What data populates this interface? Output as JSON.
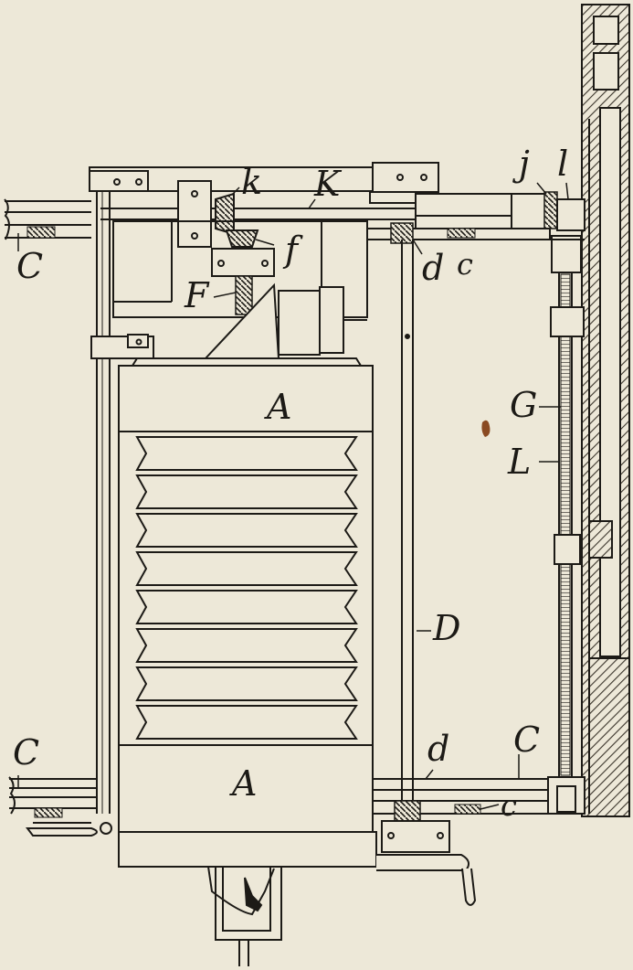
{
  "figure": {
    "ink_color": "#1c1a16",
    "paper_color": "#ede8d8",
    "hatch_color": "#3a342b",
    "labels": {
      "A_top": "A",
      "A_bottom": "A",
      "C_top_left": "C",
      "C_bottom_left": "C",
      "C_bottom_mid": "C",
      "c_top": "c",
      "c_bottom": "c",
      "d_top": "d",
      "d_bottom": "d",
      "D": "D",
      "F": "F",
      "f": "f",
      "G": "G",
      "j": "j",
      "k": "k",
      "K": "K",
      "l": "l",
      "L": "L"
    }
  }
}
